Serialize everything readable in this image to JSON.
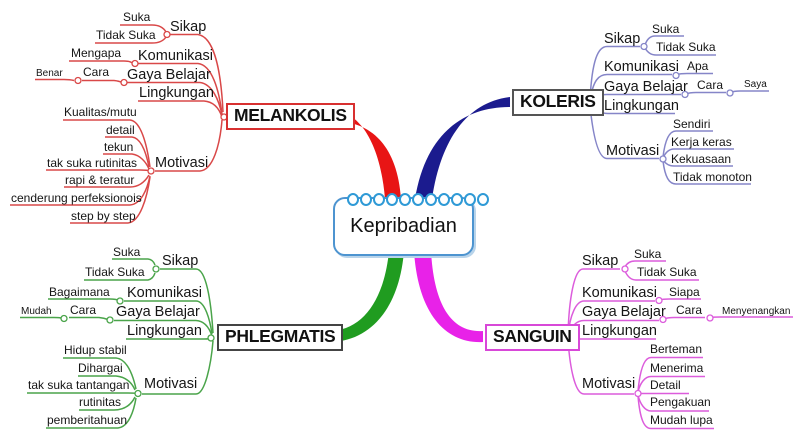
{
  "center": {
    "label": "Kepribadian"
  },
  "colors": {
    "melankolis": "#e81515",
    "koleris": "#1b1b8e",
    "phlegmatis": "#209c20",
    "sanguin": "#e822e8"
  },
  "melankolis": {
    "label": "MELANKOLIS",
    "sikap": {
      "label": "Sikap",
      "suka": "Suka",
      "tidak_suka": "Tidak Suka"
    },
    "komunikasi": {
      "label": "Komunikasi",
      "mengapa": "Mengapa"
    },
    "gaya_belajar": {
      "label": "Gaya Belajar",
      "cara": {
        "label": "Cara",
        "benar": "Benar"
      }
    },
    "lingkungan": {
      "label": "Lingkungan"
    },
    "motivasi": {
      "label": "Motivasi",
      "items": [
        "Kualitas/mutu",
        "detail",
        "tekun",
        "tak suka rutinitas",
        "rapi & teratur",
        "cenderung perfeksionois",
        "step by step"
      ]
    }
  },
  "koleris": {
    "label": "KOLERIS",
    "sikap": {
      "label": "Sikap",
      "suka": "Suka",
      "tidak_suka": "Tidak Suka"
    },
    "komunikasi": {
      "label": "Komunikasi",
      "apa": "Apa"
    },
    "gaya_belajar": {
      "label": "Gaya Belajar",
      "cara": {
        "label": "Cara",
        "saya": "Saya"
      }
    },
    "lingkungan": {
      "label": "Lingkungan"
    },
    "motivasi": {
      "label": "Motivasi",
      "items": [
        "Sendiri",
        "Kerja keras",
        "Kekuasaan",
        "Tidak monoton"
      ]
    }
  },
  "phlegmatis": {
    "label": "PHLEGMATIS",
    "sikap": {
      "label": "Sikap",
      "suka": "Suka",
      "tidak_suka": "Tidak Suka"
    },
    "komunikasi": {
      "label": "Komunikasi",
      "bagaimana": "Bagaimana"
    },
    "gaya_belajar": {
      "label": "Gaya Belajar",
      "cara": {
        "label": "Cara",
        "mudah": "Mudah"
      }
    },
    "lingkungan": {
      "label": "Lingkungan"
    },
    "motivasi": {
      "label": "Motivasi",
      "items": [
        "Hidup stabil",
        "Dihargai",
        "tak suka tantangan",
        "rutinitas",
        "pemberitahuan"
      ]
    }
  },
  "sanguin": {
    "label": "SANGUIN",
    "sikap": {
      "label": "Sikap",
      "suka": "Suka",
      "tidak_suka": "Tidak Suka"
    },
    "komunikasi": {
      "label": "Komunikasi",
      "siapa": "Siapa"
    },
    "gaya_belajar": {
      "label": "Gaya Belajar",
      "cara": {
        "label": "Cara",
        "menyenangkan": "Menyenangkan"
      }
    },
    "lingkungan": {
      "label": "Lingkungan"
    },
    "motivasi": {
      "label": "Motivasi",
      "items": [
        "Berteman",
        "Menerima",
        "Detail",
        "Pengakuan",
        "Mudah lupa"
      ]
    }
  }
}
